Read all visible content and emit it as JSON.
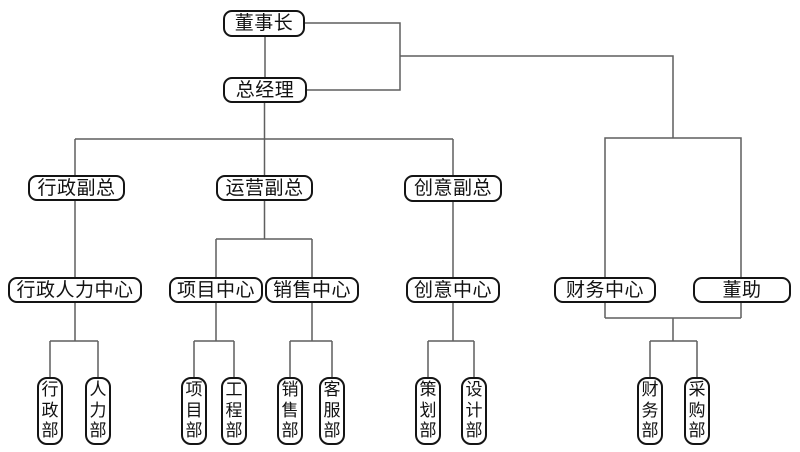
{
  "diagram": {
    "type": "org-chart",
    "colors": {
      "background": "#ffffff",
      "node_fill": "#ffffff",
      "node_border": "#141414",
      "text": "#111111",
      "connector": "#5f5f5f"
    },
    "nodes": {
      "chairman": {
        "label": "董事长"
      },
      "general_manager": {
        "label": "总经理"
      },
      "admin_vp": {
        "label": "行政副总"
      },
      "ops_vp": {
        "label": "运营副总"
      },
      "creative_vp": {
        "label": "创意副总"
      },
      "admin_hr_center": {
        "label": "行政人力中心"
      },
      "project_center": {
        "label": "项目中心"
      },
      "sales_center": {
        "label": "销售中心"
      },
      "creative_center": {
        "label": "创意中心"
      },
      "finance_center": {
        "label": "财务中心"
      },
      "assistant": {
        "label": "董助"
      },
      "admin_dept": {
        "label": "行政部"
      },
      "hr_dept": {
        "label": "人力部"
      },
      "project_dept": {
        "label": "项目部"
      },
      "engineering_dept": {
        "label": "工程部"
      },
      "sales_dept": {
        "label": "销售部"
      },
      "service_dept": {
        "label": "客服部"
      },
      "planning_dept": {
        "label": "策划部"
      },
      "design_dept": {
        "label": "设计部"
      },
      "finance_dept": {
        "label": "财务部"
      },
      "purchasing_dept": {
        "label": "采购部"
      }
    },
    "edges": [
      {
        "from": "chairman",
        "to": "general_manager"
      },
      {
        "from": [
          "chairman",
          "general_manager"
        ],
        "to": "finance_center"
      },
      {
        "from": [
          "chairman",
          "general_manager"
        ],
        "to": "assistant"
      },
      {
        "from": "general_manager",
        "to": "admin_vp"
      },
      {
        "from": "general_manager",
        "to": "ops_vp"
      },
      {
        "from": "general_manager",
        "to": "creative_vp"
      },
      {
        "from": "admin_vp",
        "to": "admin_hr_center"
      },
      {
        "from": "ops_vp",
        "to": "project_center"
      },
      {
        "from": "ops_vp",
        "to": "sales_center"
      },
      {
        "from": "creative_vp",
        "to": "creative_center"
      },
      {
        "from": "admin_hr_center",
        "to": "admin_dept"
      },
      {
        "from": "admin_hr_center",
        "to": "hr_dept"
      },
      {
        "from": "project_center",
        "to": "project_dept"
      },
      {
        "from": "project_center",
        "to": "engineering_dept"
      },
      {
        "from": "sales_center",
        "to": "sales_dept"
      },
      {
        "from": "sales_center",
        "to": "service_dept"
      },
      {
        "from": "creative_center",
        "to": "planning_dept"
      },
      {
        "from": "creative_center",
        "to": "design_dept"
      },
      {
        "from": [
          "finance_center",
          "assistant"
        ],
        "to": "finance_dept"
      },
      {
        "from": [
          "finance_center",
          "assistant"
        ],
        "to": "purchasing_dept"
      }
    ]
  }
}
